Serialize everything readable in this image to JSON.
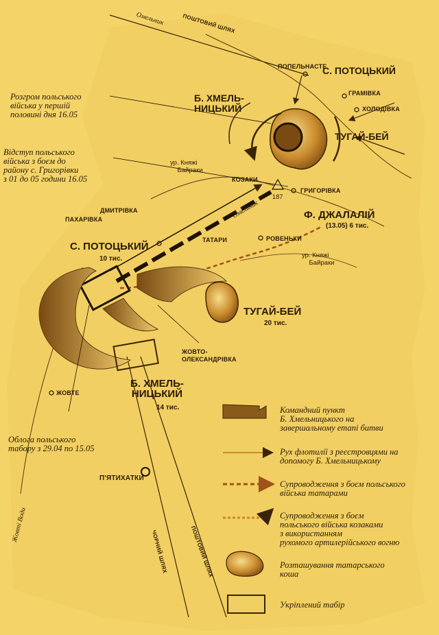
{
  "places": {
    "popelnaste": "ПОПЕЛЬНАСТЕ",
    "hramivka": "ГРАМІВКА",
    "kholodivka": "ХОЛОДІВКА",
    "hryhorivka": "ГРИГОРІВКА",
    "kozaky": "КОЗАКИ",
    "hill": "187",
    "dmytrivka": "ДМИТРІВКА",
    "pakharivka": "ПАХАРІВКА",
    "tatary": "ТАТАРИ",
    "roven": "РОВЕНЬКИ",
    "zhovto": "ЖОВТО-\nОЛЕКСАНДРІВКА",
    "zhovte": "ЖОВТЕ",
    "piatykhatky": "П'ЯТИХАТКИ"
  },
  "tracts": {
    "kniazhi1": "ур. Княжі\n    Байраки",
    "kniazhi2": "ур. Княжі\n    Байраки"
  },
  "rivers": {
    "omelnyk_top": "Омельник",
    "omelnyk_mid": "Омельник",
    "zhovti_vody": "Жовті Води"
  },
  "roads": {
    "poshtovyi_top": "ПОШТОВИЙ ШЛЯХ",
    "chornyi": "ЧОРНИЙ ШЛЯХ",
    "poshtovyi_bottom": "ПОШТОВИЙ ШЛЯХ"
  },
  "commanders": {
    "potocki_top": "С. ПОТОЦЬКИЙ",
    "khmel_top": "Б. ХМЕЛЬ-\nНИЦЬКИЙ",
    "tuhai_top": "ТУГАЙ-БЕЙ",
    "dzhalalii": "Ф. ДЖАЛАЛІЙ",
    "dzhalalii_troops": "(13.05) 6 тис.",
    "potocki_bottom": "С. ПОТОЦЬКИЙ",
    "potocki_troops": "10 тис.",
    "tuhai_bottom": "ТУГАЙ-БЕЙ",
    "tuhai_troops": "20 тис.",
    "khmel_bottom": "Б. ХМЕЛЬ-\nНИЦЬКИЙ",
    "khmel_troops": "14 тис."
  },
  "notes": {
    "rozhrom": "Розгром польського\nвійська у першій\nполовині дня 16.05",
    "vidstup": "Відступ польського\nвійська з боєм до\nрайону с. Григорівки\nз 01 до 05 години 16.05",
    "obloha": "Облога польського\nтабору з 29.04 по 15.05"
  },
  "legend": [
    {
      "key": "command_post",
      "text": "Командний пункт\nБ. Хмельницького на\nзавершальному етапі битви"
    },
    {
      "key": "flotilla",
      "text": "Рух флотилії з реєстровцями на\nдопомогу Б. Хмельницькому"
    },
    {
      "key": "tatar_escort",
      "text": "Супроводження з боєм польського\nвійська татарами"
    },
    {
      "key": "cossack_escort",
      "text": "Супроводження з боєм\nпольського війська козаками\nз використанням\nрухомого артилерійського вогню"
    },
    {
      "key": "tatar_kosh",
      "text": "Розташування татарського\nкоша"
    },
    {
      "key": "fortified_camp",
      "text": "Укріплений табір"
    }
  ],
  "colors": {
    "parchment": "#f4d469",
    "ink": "#2a1a05",
    "brown": "#7a4a12",
    "brown_light": "#c98a2c",
    "tatar_red": "#a0521a"
  }
}
